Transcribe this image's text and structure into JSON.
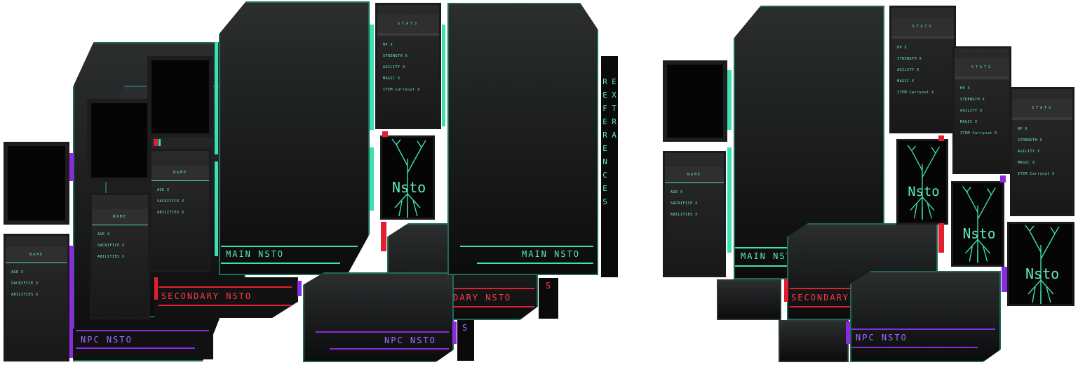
{
  "labels": {
    "main": "MAIN NSTO",
    "secondary": "SECONDARY NSTO",
    "npc": "NPC NSTO",
    "extra": "EXTRA REFERENCES",
    "s": "S"
  },
  "stats_card": {
    "title": "STATS",
    "lines": [
      "HP X",
      "STRENGTH X",
      "AGILITY X",
      "MAGIC X",
      "ITEM Carryout X"
    ]
  },
  "name_card": {
    "title": "NAME",
    "lines": [
      "AGE X",
      "SACRIFICE X",
      "ABILITIES X"
    ]
  },
  "logo": {
    "text": "Nsto"
  },
  "colors": {
    "teal": "#3fe0b0",
    "purple": "#8a2be2",
    "red": "#e02030"
  }
}
